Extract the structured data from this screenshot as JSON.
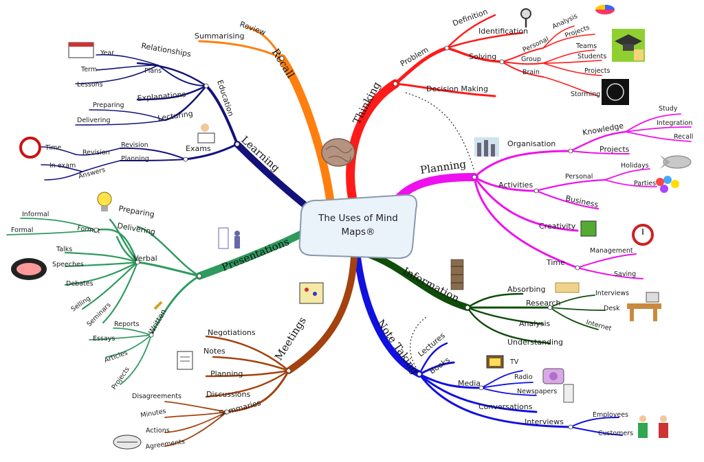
{
  "center": {
    "line1": "The Uses of Mind",
    "line2": "Maps®"
  },
  "branches": {
    "thinking": {
      "label": "Thinking",
      "color": "#ff1a1a",
      "problem": "Problem",
      "definition": "Definition",
      "identification": "Identification",
      "solving": "Solving",
      "personal": "Personal",
      "group": "Group",
      "brain": "Brain",
      "analysis": "Analysis",
      "projects": "Projects",
      "teams": "Teams",
      "students": "Students",
      "projects2": "Projects",
      "storming": "Storming",
      "decision_making": "Decision Making"
    },
    "planning": {
      "label": "Planning",
      "color": "#ee11ee",
      "organisation": "Organisation",
      "knowledge": "Knowledge",
      "study": "Study",
      "integration": "Integration",
      "recall": "Recall",
      "projects": "Projects",
      "activities": "Activities",
      "personal": "Personal",
      "holidays": "Holidays",
      "parties": "Parties",
      "business": "Business",
      "creativity": "Creativity",
      "time": "Time",
      "management": "Management",
      "saving": "Saving"
    },
    "information": {
      "label": "Information",
      "color": "#0f4d0a",
      "absorbing": "Absorbing",
      "research": "Research",
      "interviews": "Interviews",
      "desk": "Desk",
      "internet": "Internet",
      "analysis": "Analysis",
      "understanding": "Understanding"
    },
    "note_taking": {
      "label": "Note Taking",
      "color": "#1010e0",
      "lectures": "Lectures",
      "books": "Books",
      "media": "Media",
      "tv": "TV",
      "radio": "Radio",
      "newspapers": "Newspapers",
      "conversations": "Conversations",
      "interviews": "Interviews",
      "employees": "Employees",
      "customers": "Customers"
    },
    "meetings": {
      "label": "Meetings",
      "color": "#a3420f",
      "negotiations": "Negotiations",
      "notes": "Notes",
      "planning": "Planning",
      "discussions": "Discussions",
      "summaries": "Summaries",
      "disagreements": "Disagreements",
      "minutes": "Minutes",
      "actions": "Actions",
      "agreements": "Agreements"
    },
    "presentations": {
      "label": "Presentations",
      "color": "#2e9a5e",
      "informal": "Informal",
      "formal": "Formal",
      "format": "Format",
      "preparing": "Preparing",
      "delivering": "Delivering",
      "verbal": "Verbal",
      "talks": "Talks",
      "speeches": "Speeches",
      "debates": "Debates",
      "selling": "Selling",
      "seminars": "Seminars",
      "written": "Written",
      "reports": "Reports",
      "essays": "Essays",
      "articles": "Articles",
      "projects": "Projects"
    },
    "learning": {
      "label": "Learning",
      "color": "#12127a",
      "education": "Education",
      "relationships": "Relationships",
      "year": "Year",
      "term": "Term",
      "plans": "Plans",
      "lessons": "Lessons",
      "explanations": "Explanations",
      "preparing": "Preparing",
      "lecturing": "Lecturing",
      "delivering": "Delivering",
      "exams": "Exams",
      "revision": "Revision",
      "time": "Time",
      "revision2": "Revision",
      "planning": "Planning",
      "in_exam": "In exam",
      "answers": "Answers"
    },
    "recall": {
      "label": "Recall",
      "color": "#ff7f0e",
      "review": "Review",
      "summarising": "Summarising"
    }
  }
}
